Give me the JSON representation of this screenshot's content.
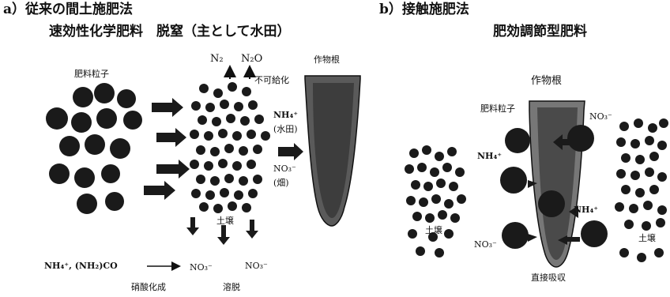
{
  "panel_a": {
    "heading": "a）従来の間土施肥法",
    "subheading": "速効性化学肥料　脱窒（主として水田）",
    "label_particles": "肥料粒子",
    "label_n2": "N₂",
    "label_n2o": "N₂O",
    "label_root": "作物根",
    "label_no_supply": "不可給化",
    "label_nh4": "NH₄⁺",
    "label_paddy": "(水田)",
    "label_no3": "NO₃⁻",
    "label_upland": "(畑)",
    "label_soil": "土壌",
    "label_formula": "NH₄⁺, (NH₂)CO",
    "label_no3_left": "NO₃⁻",
    "label_no3_right": "NO₃⁻",
    "label_nitrification": "硝酸化成",
    "label_leaching": "溶脱"
  },
  "panel_b": {
    "heading": "b）接触施肥法",
    "subheading": "肥効調節型肥料",
    "label_root": "作物根",
    "label_particles": "肥料粒子",
    "label_no3_top": "NO₃⁻",
    "label_nh4_left": "NH₄⁺",
    "label_nh4_right": "NH₄⁺",
    "label_soil_left": "土壌",
    "label_soil_right": "土壌",
    "label_no3_bottom": "NO₃⁻",
    "label_direct": "直接吸収"
  },
  "colors": {
    "ink": "#111111",
    "root_fill": "#555555",
    "particle": "#1a1a1a"
  }
}
